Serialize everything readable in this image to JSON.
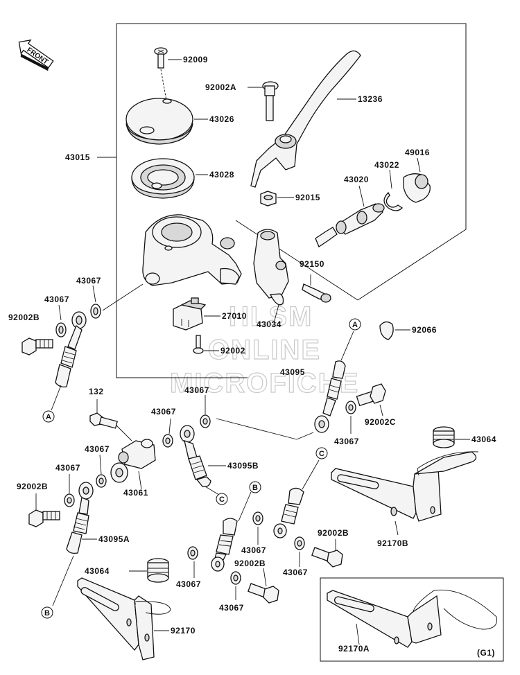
{
  "orientation": "FRONT",
  "labels": {
    "p92009": "92009",
    "p92002A": "92002A",
    "p13236": "13236",
    "p43026": "43026",
    "p43015": "43015",
    "p43028": "43028",
    "p49016": "49016",
    "p43022": "43022",
    "p43020": "43020",
    "p92015": "92015",
    "p43067_a": "43067",
    "p43067_b": "43067",
    "p92150": "92150",
    "p92002B_a": "92002B",
    "p27010": "27010",
    "p43034": "43034",
    "p92066": "92066",
    "p92002": "92002",
    "p43095": "43095",
    "p132": "132",
    "p43067_c": "43067",
    "p43067_d": "43067",
    "p92002C": "92002C",
    "p43067_e": "43067",
    "p43067_f": "43067",
    "p43067_g": "43067",
    "p43064_a": "43064",
    "p43095B": "43095B",
    "p92002B_b": "92002B",
    "p43061": "43061",
    "p43095A": "43095A",
    "p92170B": "92170B",
    "p92002B_c": "92002B",
    "p43067_h": "43067",
    "p43067_i": "43067",
    "p92002B_d": "92002B",
    "p43064_b": "43064",
    "p43067_j": "43067",
    "p43067_k": "43067",
    "p92170": "92170",
    "p92170A": "92170A",
    "g1": "(G1)"
  },
  "callouts": {
    "A1": "A",
    "A2": "A",
    "B1": "B",
    "B2": "B",
    "C1": "C",
    "C2": "C"
  },
  "watermark": {
    "line1": "HLSM",
    "line2": "ONLINE",
    "line3": "MICROFICHE"
  }
}
